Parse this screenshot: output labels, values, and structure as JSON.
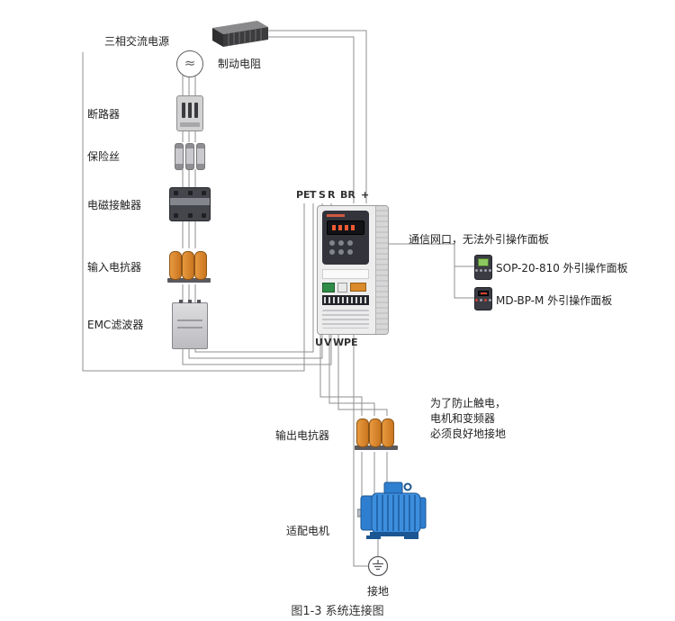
{
  "caption": "图1-3 系统连接图",
  "labels": {
    "power_source": "三相交流电源",
    "circuit_breaker": "断路器",
    "fuse": "保险丝",
    "contactor": "电磁接触器",
    "input_reactor": "输入电抗器",
    "emc_filter": "EMC滤波器",
    "braking_resistor": "制动电阻",
    "output_reactor": "输出电抗器",
    "motor": "适配电机",
    "ground": "接地",
    "comm_note": "通信网口，无法外引操作面板",
    "sop_panel": "SOP-20-810 外引操作面板",
    "mdbp_panel": "MD-BP-M 外引操作面板",
    "grounding_note": "为了防止触电，\n电机和变频器\n必须良好地接地",
    "power_symbol": "≈"
  },
  "terminals": {
    "top": [
      "PE",
      "T",
      "S",
      "R",
      "BR",
      "+"
    ],
    "bottom": [
      "U",
      "V",
      "W",
      "PE"
    ]
  },
  "colors": {
    "wire": "#8f8f8f",
    "reactor_coil": "#d98a2b",
    "motor_body": "#2f7fd0",
    "panel_dark": "#32333b",
    "screen_green": "#8cc95e",
    "led_red": "#ef5a33"
  }
}
